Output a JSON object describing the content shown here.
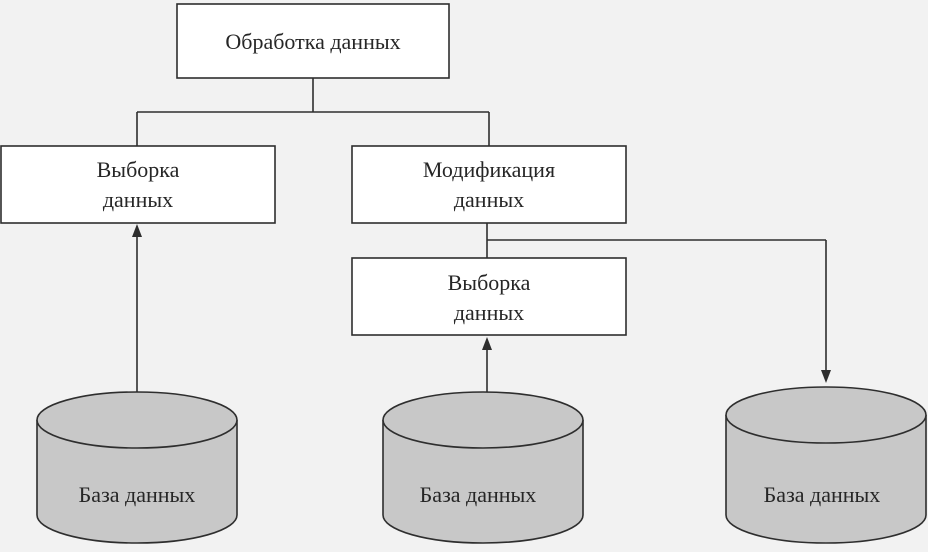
{
  "nodes": {
    "processing": {
      "label": "Обработка данных"
    },
    "selection_left": {
      "line1": "Выборка",
      "line2": "данных"
    },
    "modification": {
      "line1": "Модификация",
      "line2": "данных"
    },
    "selection_mid": {
      "line1": "Выборка",
      "line2": "данных"
    }
  },
  "databases": [
    {
      "label": "База данных"
    },
    {
      "label": "База данных"
    },
    {
      "label": "База данных"
    }
  ]
}
